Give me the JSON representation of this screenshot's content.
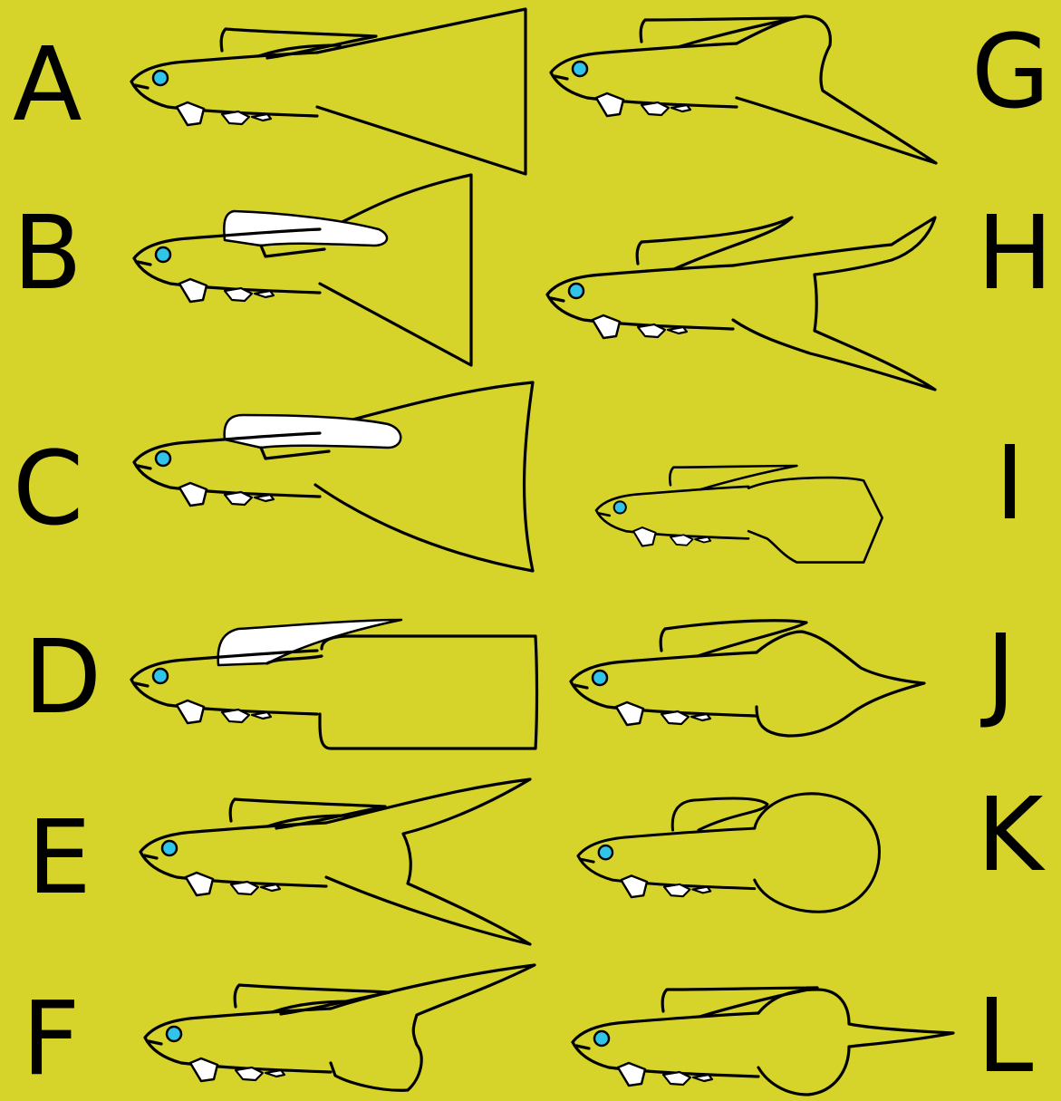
{
  "colors": {
    "background": "#d6d42a",
    "outline": "#000000",
    "eye": "#2fc4e8",
    "fin_fill": "#ffffff",
    "fin_shade": "#cfcfcf"
  },
  "labels": {
    "A": "A",
    "B": "B",
    "C": "C",
    "D": "D",
    "E": "E",
    "F": "F",
    "G": "G",
    "H": "H",
    "I": "I",
    "J": "J",
    "K": "K",
    "L": "L"
  },
  "fish_types": [
    {
      "letter": "A",
      "icon": "delta-tail-guppy-icon"
    },
    {
      "letter": "B",
      "icon": "veil-tail-guppy-icon"
    },
    {
      "letter": "C",
      "icon": "fantail-guppy-icon"
    },
    {
      "letter": "D",
      "icon": "flag-tail-guppy-icon"
    },
    {
      "letter": "E",
      "icon": "lyre-tail-guppy-icon"
    },
    {
      "letter": "F",
      "icon": "top-sword-guppy-icon"
    },
    {
      "letter": "G",
      "icon": "bottom-sword-guppy-icon"
    },
    {
      "letter": "H",
      "icon": "double-sword-guppy-icon"
    },
    {
      "letter": "I",
      "icon": "spade-tail-guppy-icon"
    },
    {
      "letter": "J",
      "icon": "spear-tail-guppy-icon"
    },
    {
      "letter": "K",
      "icon": "round-tail-guppy-icon"
    },
    {
      "letter": "L",
      "icon": "pin-tail-guppy-icon"
    }
  ]
}
